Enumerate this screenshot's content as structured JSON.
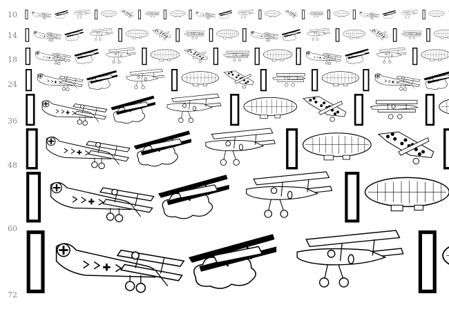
{
  "title": "Font glyph sample sheet",
  "colors": {
    "ink": "#000000",
    "paper": "#ffffff",
    "label": "#888888"
  },
  "rows": [
    {
      "size": "10"
    },
    {
      "size": "14"
    },
    {
      "size": "18"
    },
    {
      "size": "24"
    },
    {
      "size": "36"
    },
    {
      "size": "48"
    },
    {
      "size": "60"
    },
    {
      "size": "72"
    }
  ],
  "glyph_sequence": [
    "notdef-box-glyph",
    "fokker-triplane-glyph",
    "biplane-in-clouds-glyph",
    "nieuport-biplane-glyph",
    "notdef-box-glyph",
    "zeppelin-airship-glyph",
    "camouflaged-plane-glyph",
    "notdef-box-glyph",
    "biplane-glyph",
    "notdef-box-glyph",
    "zeppelin-airship-glyph"
  ]
}
